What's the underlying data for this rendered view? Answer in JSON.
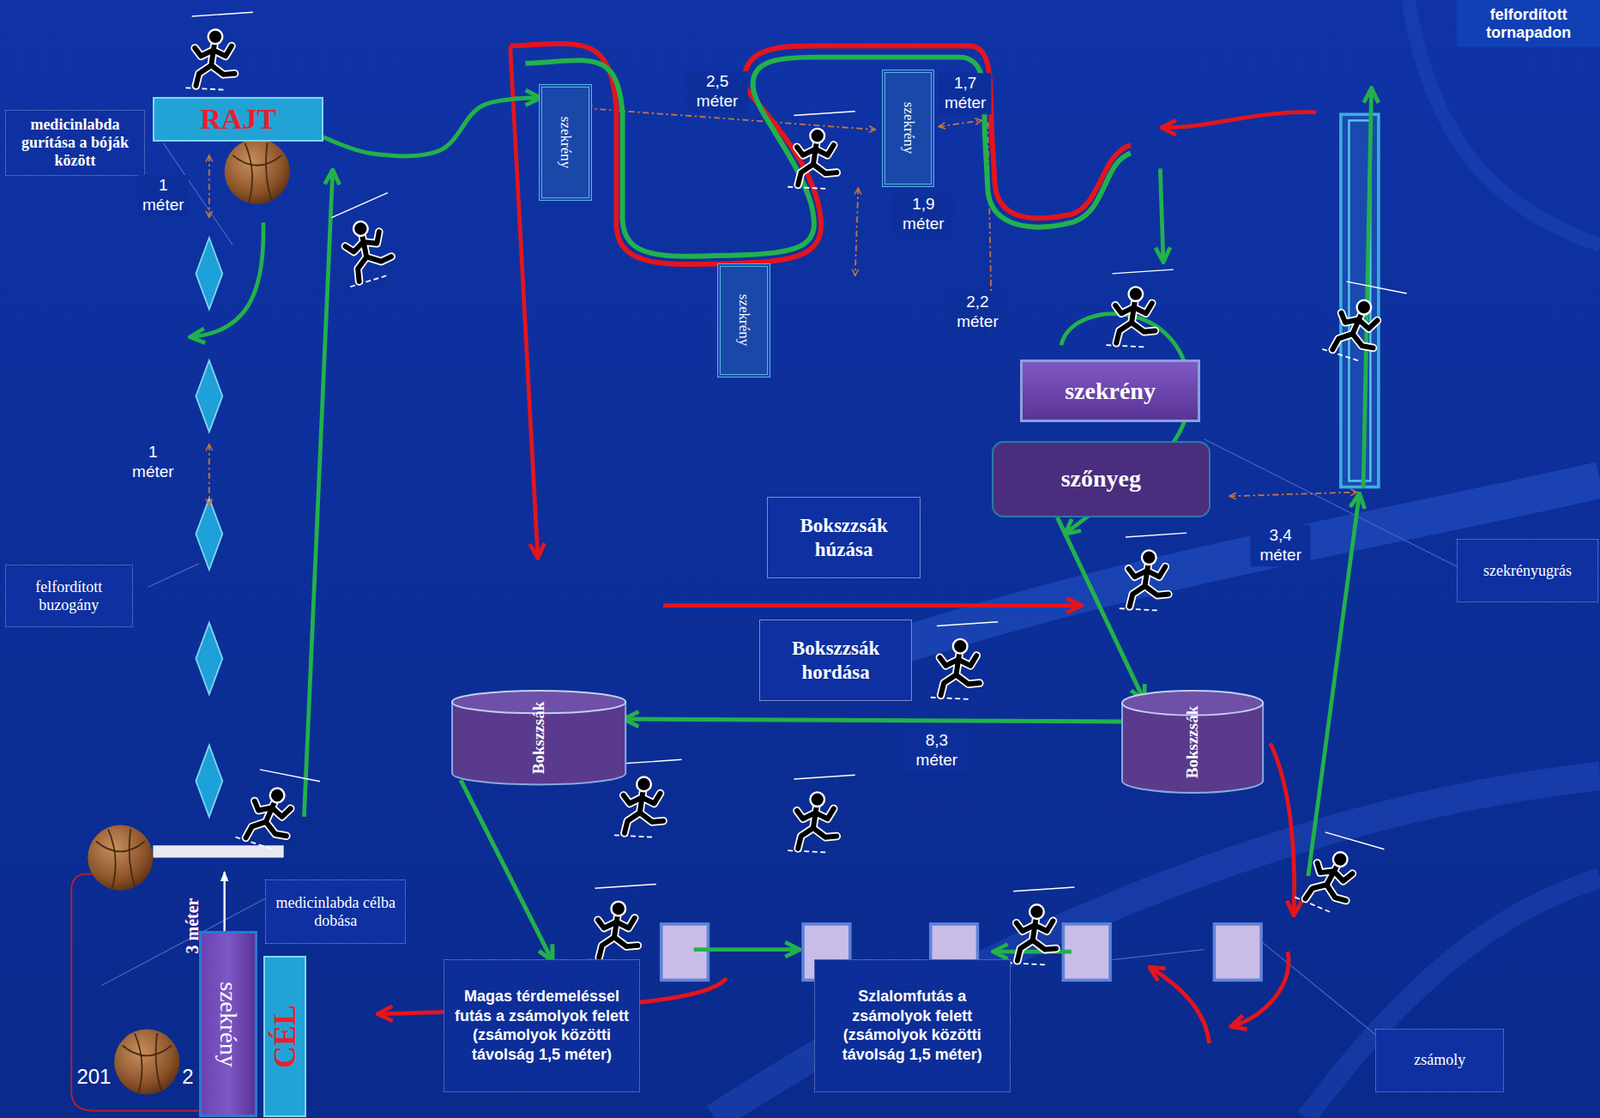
{
  "diagram": {
    "nodes": [
      {
        "text": [
          "felfordított tornapadon"
        ]
      },
      {
        "text": [
          "RAJT"
        ]
      },
      {
        "text": [
          "medicinlabda gurítása a bóják között"
        ]
      },
      {
        "text": [
          "szekrény"
        ]
      },
      {
        "text": [
          "szekrény"
        ]
      },
      {
        "text": [
          "szekrény"
        ]
      },
      {
        "text": [
          "szekrény"
        ]
      },
      {
        "text": [
          "szőnyeg"
        ]
      },
      {
        "text": [
          "Bokszzsák húzása"
        ]
      },
      {
        "text": [
          "Bokszzsák hordása"
        ]
      },
      {
        "text": [
          "felfordított buzogány"
        ]
      },
      {
        "text": [
          "szekrényugrás"
        ]
      },
      {
        "text": [
          "Bokszzsák"
        ]
      },
      {
        "text": [
          "Bokszzsák"
        ]
      },
      {
        "text": [
          "medicinlabda célba dobása"
        ]
      },
      {
        "text": [
          "Magas térdemeléssel futás a zsámolyok felett (zsámolyok közötti távolság 1,5 méter)"
        ]
      },
      {
        "text": [
          "Szlalomfutás a zsámolyok felett (zsámolyok közötti távolság 1,5 méter)"
        ]
      },
      {
        "text": [
          "zsámoly"
        ]
      },
      {
        "text": [
          "szekrény"
        ]
      },
      {
        "text": [
          "CÉL"
        ]
      }
    ],
    "edges": [
      {
        "from": 1,
        "to": 3,
        "arrow": "to"
      },
      {
        "from": 7,
        "to": 13,
        "arrow": "to"
      },
      {
        "from": 13,
        "to": 12,
        "arrow": "to"
      },
      {
        "from": 12,
        "to": 15,
        "arrow": "to"
      }
    ],
    "labels": [
      "1 méter",
      "1 méter",
      "2,5 méter",
      "1,7 méter",
      "1,9 méter",
      "2,2 méter",
      "3,4 méter",
      "8,3 méter",
      "3 méter",
      "201",
      "2"
    ]
  }
}
